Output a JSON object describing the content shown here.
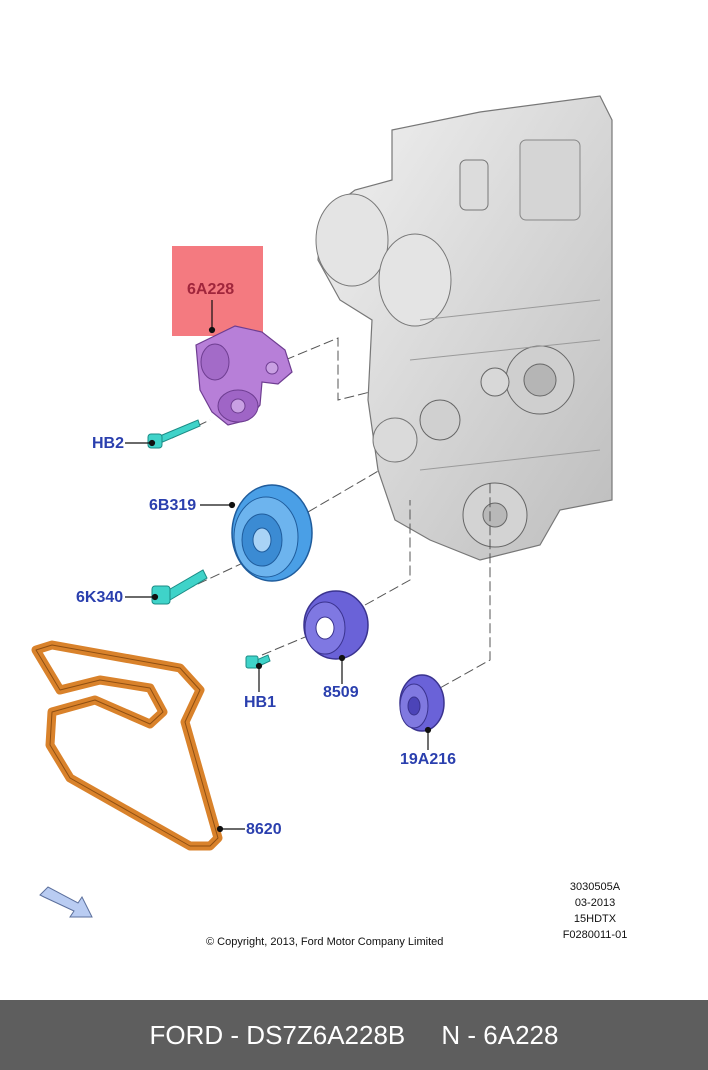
{
  "callouts": {
    "c6a228": "6A228",
    "hb2": "HB2",
    "c6b319": "6B319",
    "c6k340": "6K340",
    "hb1": "HB1",
    "c8509": "8509",
    "c19a216": "19A216",
    "c8620": "8620"
  },
  "meta": {
    "line1": "3030505A",
    "line2": "03-2013",
    "line3": "15HDTX",
    "line4": "F0280011-01"
  },
  "copyright": "© Copyright, 2013, Ford Motor Company Limited",
  "footer": {
    "text": "FORD - DS7Z6A228B     N - 6A228"
  },
  "colors": {
    "callout": "#2a3fae",
    "highlight_box": "#f47a80",
    "tensioner": "#b77fd8",
    "pulley": "#4a9fe6",
    "idler": "#6a62d8",
    "belt": "#d9822b",
    "bolt": "#3fd3c9",
    "footer_bg": "#5e5e5e"
  }
}
